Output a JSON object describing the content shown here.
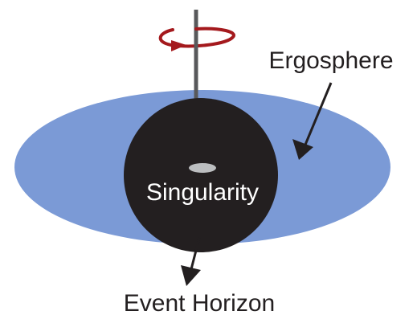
{
  "labels": {
    "ergosphere": "Ergosphere",
    "singularity": "Singularity",
    "event_horizon": "Event Horizon"
  },
  "colors": {
    "ergosphere_fill": "#7b9ad6",
    "horizon_fill": "#231f20",
    "singularity_fill": "#bcbec0",
    "axis": "#58595b",
    "rotation_arrow": "#a4191d",
    "pointer_arrow": "#231f20",
    "label_dark": "#231f20",
    "label_light": "#ffffff"
  },
  "icons": {
    "rotation": "rotation-arrow-icon"
  }
}
